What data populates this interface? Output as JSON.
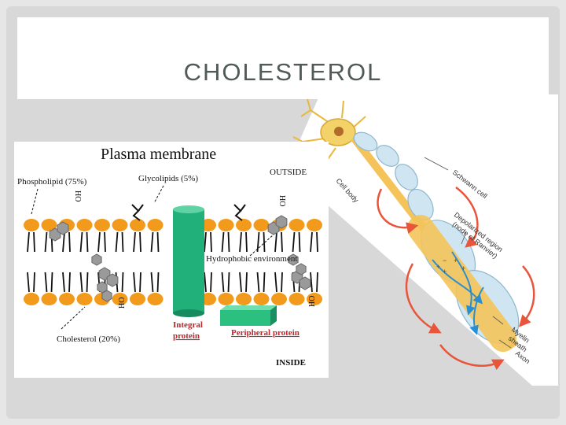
{
  "slide": {
    "title": "CHOLESTEROL"
  },
  "membrane_diagram": {
    "title": "Plasma membrane",
    "outside_label": "OUTSIDE",
    "inside_label": "INSIDE",
    "phospholipid_label": "Phospholipid (75%)",
    "glycolipids_label": "Glycolipids (5%)",
    "cholesterol_label": "Cholesterol (20%)",
    "hydrophobic_label": "Hydrophobic environment",
    "integral_label_line1": "Integral",
    "integral_label_line2": "protein",
    "peripheral_label": "Peripheral protein",
    "oh_label": "HO",
    "colors": {
      "phospholipid_head": "#f29a1c",
      "cholesterol_ring": "#9a9a9a",
      "integral_protein": "#22b07a",
      "peripheral_protein": "#2bbf80",
      "label_red": "#c0262a"
    }
  },
  "neuron_diagram": {
    "cell_body_label": "Cell body",
    "schwann_label": "Schwann cell",
    "depolarized_label_line1": "Depolarized region",
    "depolarized_label_line2": "(node of Ranvier)",
    "myelin_label_line1": "Myelin",
    "myelin_label_line2": "sheath",
    "axon_label": "Axon",
    "colors": {
      "myelin": "#cfe6f2",
      "axon": "#f4c45a",
      "cell_body": "#f3d26a",
      "current_arrow": "#e8553a",
      "flow_arrow": "#2a8fd0"
    }
  }
}
